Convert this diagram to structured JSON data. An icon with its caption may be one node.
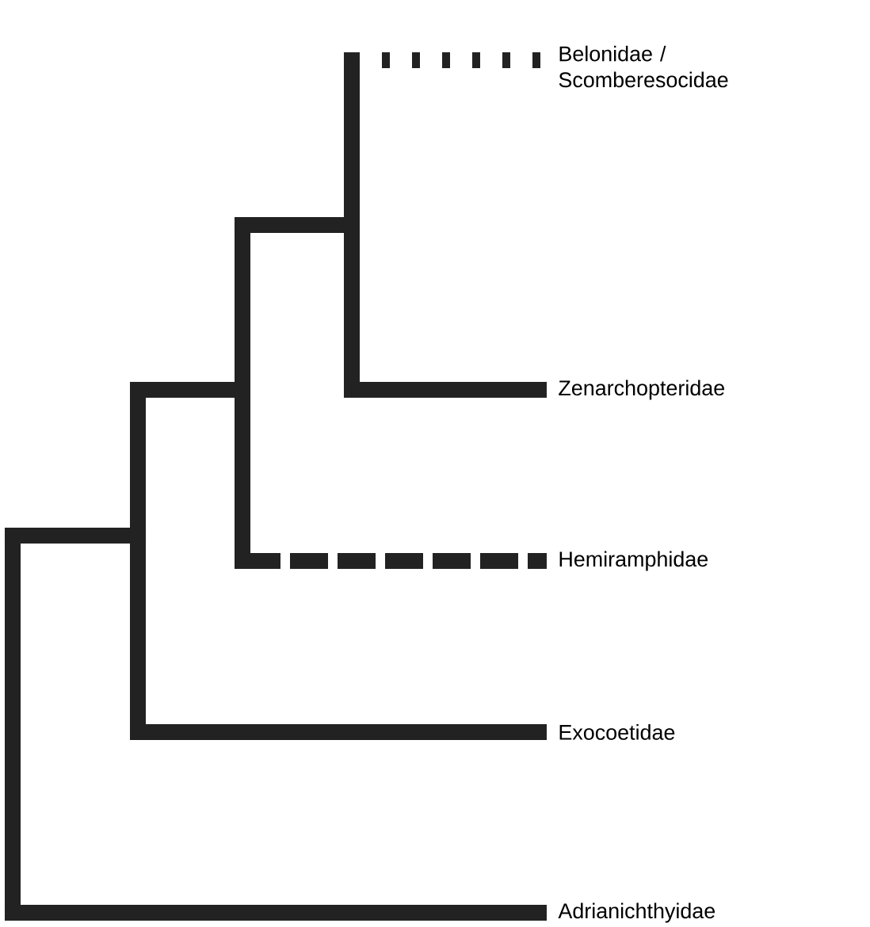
{
  "diagram": {
    "labels": [
      "Belonidae / Scomberesocidae",
      "Zenarchopteridae",
      "Hemiramphidae",
      "Exocoetidae",
      "Adrianichthyidae"
    ]
  }
}
